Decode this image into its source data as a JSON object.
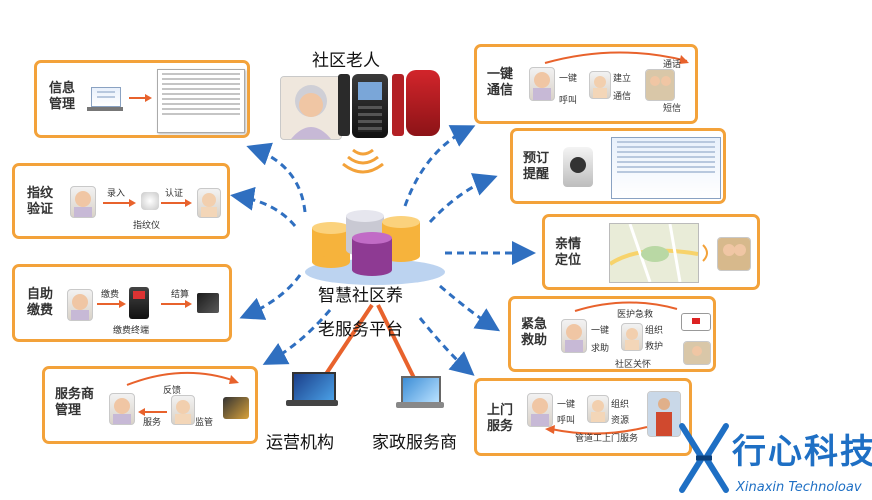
{
  "center": {
    "title_line1": "智慧社区养",
    "title_line2": "老服务平台",
    "elder_label": "社区老人"
  },
  "bottom_labels": {
    "operator": "运营机构",
    "housekeeping": "家政服务商"
  },
  "logo": {
    "name_cn": "行心科技",
    "name_en": "Xinaxin Technoloav",
    "brand_color": "#1e6fc4"
  },
  "colors": {
    "box_border": "#f3a23a",
    "arrow": "#2f6fc0",
    "inner_arrow": "#e8622c"
  },
  "modules": {
    "info": {
      "title": "信息\n管理"
    },
    "fingerprint": {
      "title": "指纹\n验证",
      "record": "录入",
      "verify": "认证",
      "device": "指纹仪"
    },
    "selfpay": {
      "title": "自助\n缴费",
      "pay": "缴费",
      "settle": "结算",
      "terminal": "缴费终端"
    },
    "provider": {
      "title": "服务商\n管理",
      "feedback": "反馈",
      "service": "服务",
      "supervise": "监管"
    },
    "onekey": {
      "title": "一键\n通信",
      "press": "一键",
      "call": "呼叫",
      "establish": "建立",
      "comm": "通信",
      "talk": "通话",
      "sms": "短信"
    },
    "reminder": {
      "title": "预订\n提醒"
    },
    "locate": {
      "title": "亲情\n定位"
    },
    "emergency": {
      "title": "紧急\n救助",
      "press": "一键",
      "help": "求助",
      "medical": "医护急救",
      "organize": "组织",
      "rescue": "救护",
      "community": "社区关怀"
    },
    "doorstep": {
      "title": "上门\n服务",
      "press": "一键",
      "call": "呼叫",
      "organize": "组织",
      "resource": "资源",
      "worker": "管道工上门服务"
    }
  }
}
